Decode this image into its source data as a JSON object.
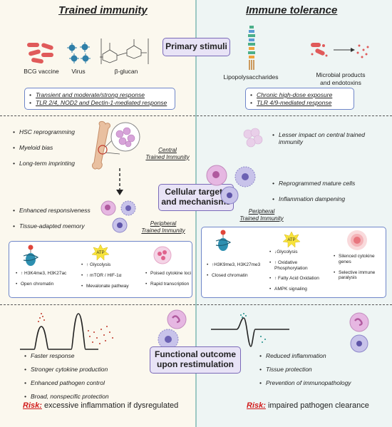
{
  "titles": {
    "left": "Trained immunity",
    "right": "Immune tolerance"
  },
  "center": {
    "primary": "Primary stimuli",
    "cellular_line1": "Cellular targets",
    "cellular_line2": "and mechanisms",
    "functional_line1": "Functional outcome",
    "functional_line2": "upon restimulation"
  },
  "left_stimuli": {
    "bcg": "BCG vaccine",
    "virus": "Virus",
    "glucan": "β-glucan"
  },
  "right_stimuli": {
    "lps": "Lipopolysaccharides",
    "microbial_line1": "Microbial products",
    "microbial_line2": "and endotoxins"
  },
  "left_response": [
    "Transient and moderate/strong response",
    "TLR 2/4, NOD2 and Dectin-1-mediated response"
  ],
  "right_response": [
    "Chronic high-dose exposure",
    "TLR 4/9-mediated response"
  ],
  "left_targets_top": [
    "HSC reprogramming",
    "Myeloid bias",
    "Long-term imprinting"
  ],
  "left_targets_bottom": [
    "Enhanced responsiveness",
    "Tissue-adapted memory"
  ],
  "left_central": {
    "line1": "Central",
    "line2": "Trained Immunity"
  },
  "left_peripheral": {
    "line1": "Peripheral",
    "line2": "Trained Immunity"
  },
  "right_targets_top": [
    "Lesser impact on central trained immunity"
  ],
  "right_targets_mid": [
    "Reprogrammed mature cells",
    "Inflammation dampening"
  ],
  "right_peripheral": {
    "line1": "Peripheral",
    "line2": "Trained Immunity"
  },
  "atp_label": "ATP",
  "left_mech": {
    "epigenetic": [
      "↑ H3K4me3, H3K27ac",
      "Open chromatin"
    ],
    "metabolic": [
      "↑ Glycolysis",
      "↑ mTOR / HIF-1α",
      "Mevalonate pathway"
    ],
    "transcription": [
      "Poised cytokine loci",
      "Rapid transcription"
    ]
  },
  "right_mech": {
    "epigenetic": [
      "↑H3K9me3, H3K27me3",
      "Closed chromatin"
    ],
    "metabolic": [
      "↓Glycolysis",
      "↑ Oxidative Phosphorylation",
      "↑ Fatty Acid Oxidation",
      "AMPK signaling"
    ],
    "transcription": [
      "Silenced cytokine genes",
      "Selective immune paralysis"
    ]
  },
  "left_outcome": [
    "Faster response",
    "Stronger cytokine production",
    "Enhanced pathogen control",
    "Broad, nonspecific protection"
  ],
  "right_outcome": [
    "Reduced inflammation",
    "Tissue protection",
    "Prevention of immunopathology"
  ],
  "risk": {
    "left_label": "Risk:",
    "left_text": " excessive inflammation if dysregulated",
    "right_label": "Risk:",
    "right_text": " impaired pathogen clearance"
  },
  "colors": {
    "accent_purple": "#7a6ab8",
    "box_blue": "#6f86c9",
    "risk_red": "#d11a1a",
    "divider_teal": "#9dc8c3"
  }
}
